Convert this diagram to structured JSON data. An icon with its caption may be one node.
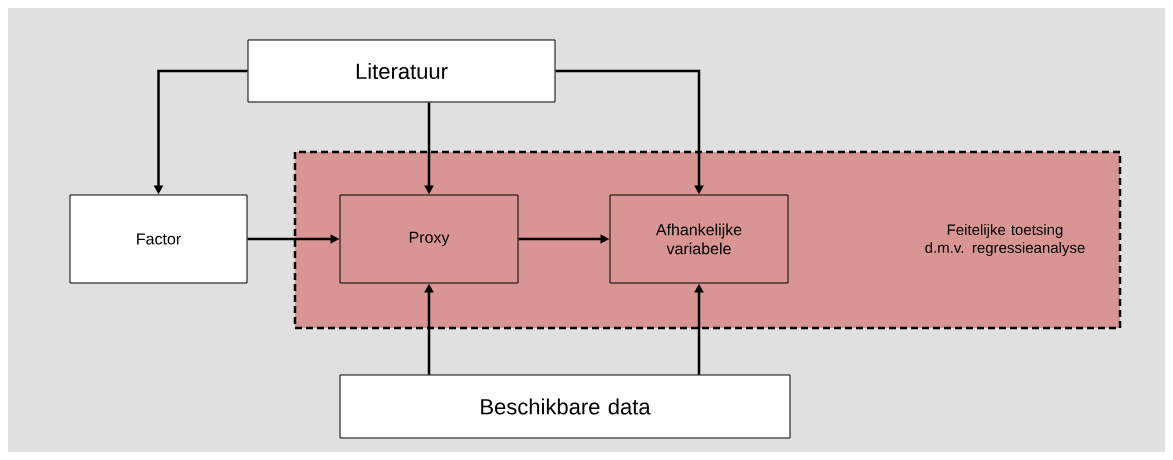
{
  "diagram": {
    "nodes": [
      {
        "text": [
          "Literatuur"
        ]
      },
      {
        "text": [
          "Feitelijke toetsing d.m.v. regressieanalyse"
        ]
      },
      {
        "text": [
          "Factor"
        ]
      },
      {
        "text": [
          "Proxy"
        ],
        "in": 1
      },
      {
        "text": [
          "Afhankelijke variabele"
        ],
        "in": 1
      },
      {
        "text": [
          "Beschikbare data"
        ]
      }
    ],
    "edges": [
      {
        "from": 0,
        "to": 2,
        "arrow": "to"
      },
      {
        "from": 0,
        "to": 3,
        "arrow": "to"
      },
      {
        "from": 0,
        "to": 4,
        "arrow": "to"
      },
      {
        "from": 2,
        "to": 3,
        "arrow": "to"
      },
      {
        "from": 3,
        "to": 4,
        "arrow": "to"
      },
      {
        "from": 5,
        "to": 3,
        "arrow": "to"
      },
      {
        "from": 5,
        "to": 4,
        "arrow": "to"
      }
    ]
  }
}
